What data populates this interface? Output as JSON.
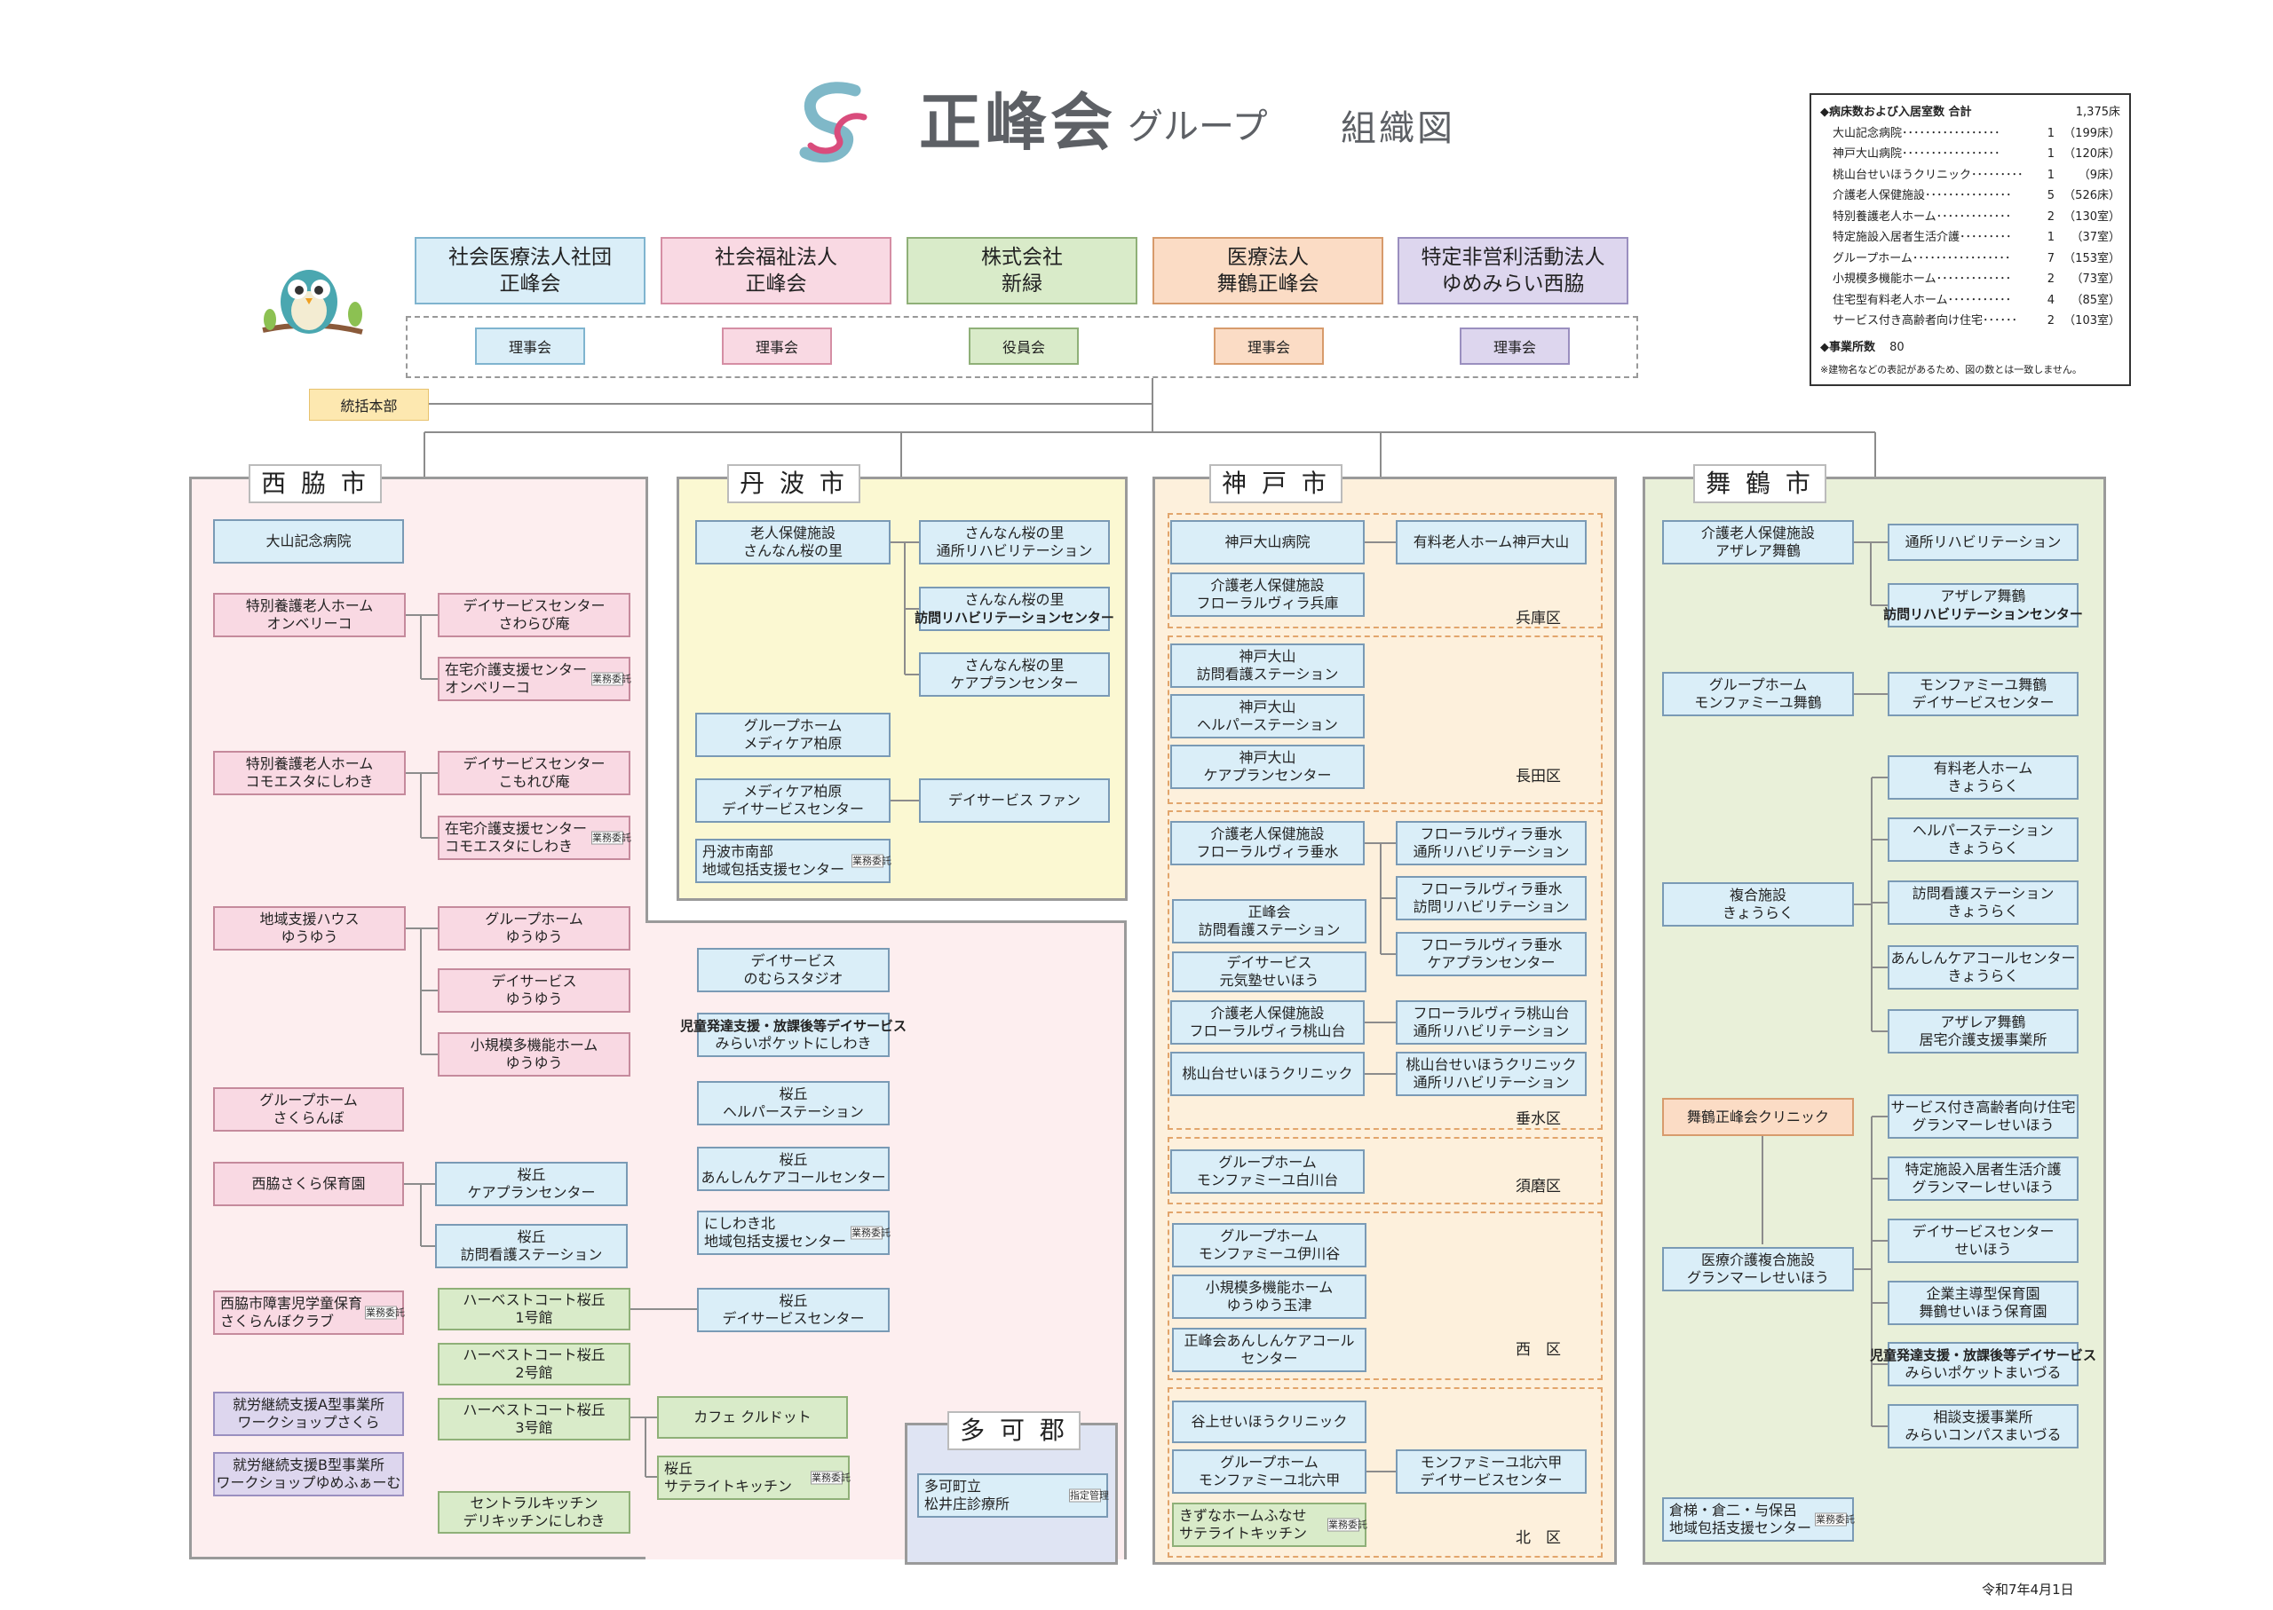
{
  "header": {
    "brand": "正峰会",
    "group": "グループ",
    "title": "組織図",
    "date": "令和7年4月1日"
  },
  "legend": {
    "title": "◆病床数および入居室数 合計",
    "total": "1,375床",
    "rows": [
      {
        "label": "大山記念病院･････････････････",
        "count": "1",
        "unit": "（199床）"
      },
      {
        "label": "神戸大山病院･････････････････",
        "count": "1",
        "unit": "（120床）"
      },
      {
        "label": "桃山台せいほうクリニック･････････",
        "count": "1",
        "unit": "（9床）"
      },
      {
        "label": "介護老人保健施設･･･････････････",
        "count": "5",
        "unit": "（526床）"
      },
      {
        "label": "特別養護老人ホーム･････････････",
        "count": "2",
        "unit": "（130室）"
      },
      {
        "label": "特定施設入居者生活介護･････････",
        "count": "1",
        "unit": "（37室）"
      },
      {
        "label": "グループホーム･････････････････",
        "count": "7",
        "unit": "（153室）"
      },
      {
        "label": "小規模多機能ホーム･････････････",
        "count": "2",
        "unit": "（73室）"
      },
      {
        "label": "住宅型有料老人ホーム･･･････････",
        "count": "4",
        "unit": "（85室）"
      },
      {
        "label": "サービス付き高齢者向け住宅･･････",
        "count": "2",
        "unit": "（103室）"
      }
    ],
    "offices_label": "◆事業所数",
    "offices": "80",
    "note": "※建物名などの表記があるため、図の数とは一致しません。"
  },
  "corps": [
    {
      "l1": "社会医療法人社団",
      "l2": "正峰会",
      "board": "理事会"
    },
    {
      "l1": "社会福祉法人",
      "l2": "正峰会",
      "board": "理事会"
    },
    {
      "l1": "株式会社",
      "l2": "新緑",
      "board": "役員会"
    },
    {
      "l1": "医療法人",
      "l2": "舞鶴正峰会",
      "board": "理事会"
    },
    {
      "l1": "特定非営利活動法人",
      "l2": "ゆめみらい西脇",
      "board": "理事会"
    }
  ],
  "hq": "統括本部",
  "regions": {
    "nishiwaki": "西 脇 市",
    "tamba": "丹 波 市",
    "kobe": "神 戸 市",
    "maizuru": "舞 鶴 市",
    "taka": "多 可 郡"
  },
  "tags": {
    "gyomu": "業務委託",
    "shitei": "指定管理"
  },
  "districts": {
    "hyogo": "兵庫区",
    "nagata": "長田区",
    "tarumi": "垂水区",
    "suma": "須磨区",
    "nishi": "西　区",
    "kita": "北　区"
  },
  "boxes": {
    "n1": [
      "大山記念病院"
    ],
    "n2": [
      "特別養護老人ホーム",
      "オンベリーコ"
    ],
    "n3": [
      "デイサービスセンター",
      "さわらび庵"
    ],
    "n4": [
      "在宅介護支援センター",
      "オンベリーコ"
    ],
    "n5": [
      "特別養護老人ホーム",
      "コモエスタにしわき"
    ],
    "n6": [
      "デイサービスセンター",
      "こもれび庵"
    ],
    "n7": [
      "在宅介護支援センター",
      "コモエスタにしわき"
    ],
    "n8": [
      "地域支援ハウス",
      "ゆうゆう"
    ],
    "n9": [
      "グループホーム",
      "ゆうゆう"
    ],
    "n10": [
      "デイサービス",
      "ゆうゆう"
    ],
    "n11": [
      "小規模多機能ホーム",
      "ゆうゆう"
    ],
    "n12": [
      "グループホーム",
      "さくらんぼ"
    ],
    "n13": [
      "西脇さくら保育園"
    ],
    "n14": [
      "桜丘",
      "ケアプランセンター"
    ],
    "n15": [
      "桜丘",
      "訪問看護ステーション"
    ],
    "n16": [
      "西脇市障害児学童保育",
      "さくらんぼクラブ"
    ],
    "n17": [
      "ハーベストコート桜丘",
      "1号館"
    ],
    "n18": [
      "ハーベストコート桜丘",
      "2号館"
    ],
    "n19": [
      "ハーベストコート桜丘",
      "3号館"
    ],
    "n20": [
      "桜丘",
      "デイサービスセンター"
    ],
    "n21": [
      "カフェ クルドット"
    ],
    "n22": [
      "桜丘",
      "サテライトキッチン"
    ],
    "n23": [
      "セントラルキッチン",
      "デリキッチンにしわき"
    ],
    "n24": [
      "就労継続支援A型事業所",
      "ワークショップさくら"
    ],
    "n25": [
      "就労継続支援B型事業所",
      "ワークショップゆめふぁーむ"
    ],
    "n26": [
      "デイサービス",
      "のむらスタジオ"
    ],
    "n27": [
      "児童発達支援・放課後等デイサービス",
      "みらいポケットにしわき"
    ],
    "n28": [
      "桜丘",
      "ヘルパーステーション"
    ],
    "n29": [
      "桜丘",
      "あんしんケアコールセンター"
    ],
    "n30": [
      "にしわき北",
      "地域包括支援センター"
    ],
    "t1": [
      "老人保健施設",
      "さんなん桜の里"
    ],
    "t2": [
      "さんなん桜の里",
      "通所リハビリテーション"
    ],
    "t3": [
      "さんなん桜の里",
      "訪問リハビリテーションセンター"
    ],
    "t4": [
      "さんなん桜の里",
      "ケアプランセンター"
    ],
    "t5": [
      "グループホーム",
      "メディケア柏原"
    ],
    "t6": [
      "メディケア柏原",
      "デイサービスセンター"
    ],
    "t7": [
      "デイサービス ファン"
    ],
    "t8": [
      "丹波市南部",
      "地域包括支援センター"
    ],
    "k1": [
      "神戸大山病院"
    ],
    "k2": [
      "有料老人ホーム神戸大山"
    ],
    "k3": [
      "介護老人保健施設",
      "フローラルヴィラ兵庫"
    ],
    "k4": [
      "神戸大山",
      "訪問看護ステーション"
    ],
    "k5": [
      "神戸大山",
      "ヘルパーステーション"
    ],
    "k6": [
      "神戸大山",
      "ケアプランセンター"
    ],
    "k7": [
      "介護老人保健施設",
      "フローラルヴィラ垂水"
    ],
    "k8": [
      "フローラルヴィラ垂水",
      "通所リハビリテーション"
    ],
    "k9": [
      "フローラルヴィラ垂水",
      "訪問リハビリテーション"
    ],
    "k10": [
      "フローラルヴィラ垂水",
      "ケアプランセンター"
    ],
    "k11": [
      "正峰会",
      "訪問看護ステーション"
    ],
    "k12": [
      "デイサービス",
      "元気塾せいほう"
    ],
    "k13": [
      "介護老人保健施設",
      "フローラルヴィラ桃山台"
    ],
    "k14": [
      "フローラルヴィラ桃山台",
      "通所リハビリテーション"
    ],
    "k15": [
      "桃山台せいほうクリニック"
    ],
    "k16": [
      "桃山台せいほうクリニック",
      "通所リハビリテーション"
    ],
    "k17": [
      "グループホーム",
      "モンファミーユ白川台"
    ],
    "k18": [
      "グループホーム",
      "モンファミーユ伊川谷"
    ],
    "k19": [
      "小規模多機能ホーム",
      "ゆうゆう玉津"
    ],
    "k20": [
      "正峰会あんしんケアコール",
      "センター"
    ],
    "k21": [
      "谷上せいほうクリニック"
    ],
    "k22": [
      "グループホーム",
      "モンファミーユ北六甲"
    ],
    "k23": [
      "モンファミーユ北六甲",
      "デイサービスセンター"
    ],
    "k24": [
      "きずなホームふなせ",
      "サテライトキッチン"
    ],
    "m1": [
      "介護老人保健施設",
      "アザレア舞鶴"
    ],
    "m2": [
      "通所リハビリテーション"
    ],
    "m3": [
      "アザレア舞鶴",
      "訪問リハビリテーションセンター"
    ],
    "m4": [
      "グループホーム",
      "モンファミーユ舞鶴"
    ],
    "m5": [
      "モンファミーユ舞鶴",
      "デイサービスセンター"
    ],
    "m6": [
      "複合施設",
      "きょうらく"
    ],
    "m7": [
      "有料老人ホーム",
      "きょうらく"
    ],
    "m8": [
      "ヘルパーステーション",
      "きょうらく"
    ],
    "m9": [
      "訪問看護ステーション",
      "きょうらく"
    ],
    "m10": [
      "あんしんケアコールセンター",
      "きょうらく"
    ],
    "m11": [
      "アザレア舞鶴",
      "居宅介護支援事業所"
    ],
    "m12": [
      "舞鶴正峰会クリニック"
    ],
    "m13": [
      "サービス付き高齢者向け住宅",
      "グランマーレせいほう"
    ],
    "m14": [
      "特定施設入居者生活介護",
      "グランマーレせいほう"
    ],
    "m15": [
      "医療介護複合施設",
      "グランマーレせいほう"
    ],
    "m16": [
      "デイサービスセンター",
      "せいほう"
    ],
    "m17": [
      "企業主導型保育園",
      "舞鶴せいほう保育園"
    ],
    "m18": [
      "児童発達支援・放課後等デイサービス",
      "みらいポケットまいづる"
    ],
    "m19": [
      "相談支援事業所",
      "みらいコンパスまいづる"
    ],
    "m20": [
      "倉梯・倉二・与保呂",
      "地域包括支援センター"
    ],
    "tk1": [
      "多可町立",
      "松井庄診療所"
    ]
  },
  "colors": {
    "blue": "#daeef8",
    "pink": "#f9d9e3",
    "green": "#d9ebc9",
    "purple": "#ddd6ee",
    "orange": "#fbdcc5",
    "hq": "#fde8b0",
    "nishiwaki_bg": "#fdeeef",
    "tamba_bg": "#fbf8d2",
    "kobe_bg": "#fdf0dc",
    "maizuru_bg": "#e9f0d9",
    "taka_bg": "#dfe4f3"
  }
}
